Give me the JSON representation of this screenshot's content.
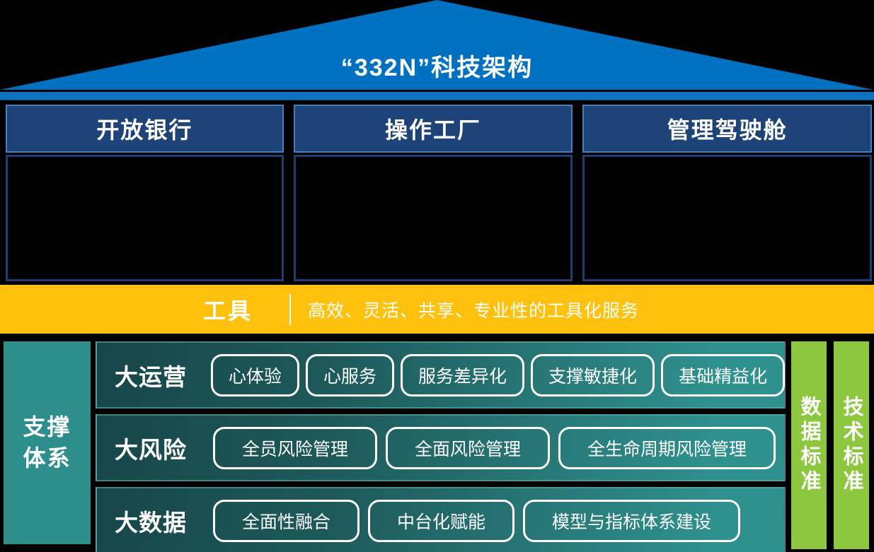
{
  "roof": {
    "title": "“332N”科技架构",
    "color": "#0070C0"
  },
  "pillars": [
    {
      "title": "开放银行"
    },
    {
      "title": "操作工厂"
    },
    {
      "title": "管理驾驶舱"
    }
  ],
  "tools_bar": {
    "label": "工具",
    "description": "高效、灵活、共享、专业性的工具化服务",
    "color": "#FEC10D"
  },
  "support": {
    "sidebar": {
      "lines": [
        "支撑",
        "体系"
      ]
    },
    "rows": [
      {
        "label": "大运营",
        "pills": [
          "心体验",
          "心服务",
          "服务差异化",
          "支撑敏捷化",
          "基础精益化"
        ]
      },
      {
        "label": "大风险",
        "pills": [
          "全员风险管理",
          "全面风险管理",
          "全生命周期风险管理"
        ]
      },
      {
        "label": "大数据",
        "pills": [
          "全面性融合",
          "中台化赋能",
          "模型与指标体系建设"
        ]
      }
    ]
  },
  "standards": [
    {
      "label": "数据标准"
    },
    {
      "label": "技术标准"
    }
  ],
  "colors": {
    "roof_blue": "#0070C0",
    "pillar_navy": "#1E4378",
    "pillar_border": "#4A7EBB",
    "body_border": "#1E3E71",
    "tools_yellow": "#FEC10D",
    "sidebar_teal": "#2E8E8B",
    "row_gradient_start": "#174649",
    "row_gradient_end": "#2F918E",
    "standards_green": "#8DC63F",
    "text_white": "#FFFFFF",
    "background": "#000000"
  }
}
